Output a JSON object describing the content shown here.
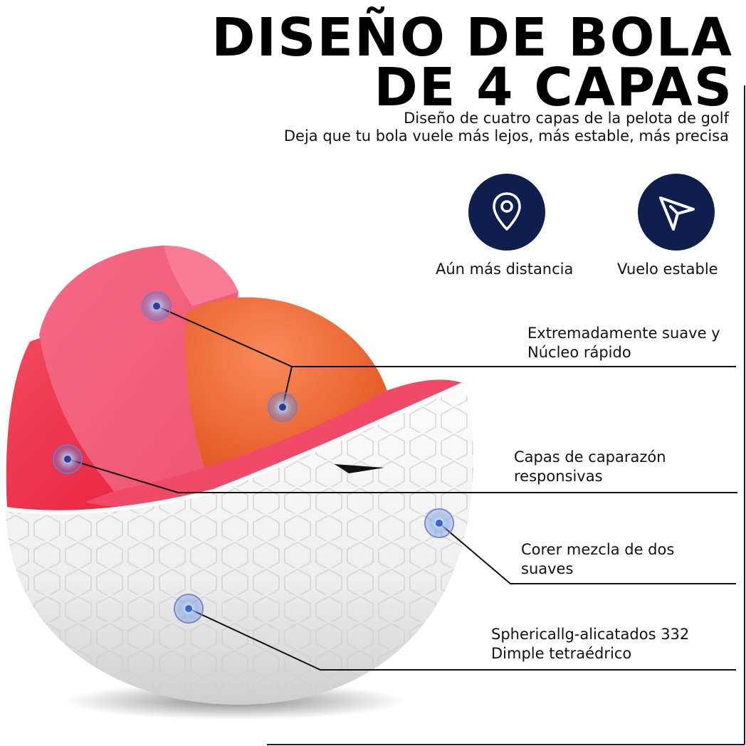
{
  "title": {
    "line1": "DISEÑO DE BOLA",
    "line2": "DE 4 CAPAS"
  },
  "subtitle": {
    "line1": "Diseño de cuatro capas de la pelota de golf",
    "line2": "Deja que tu bola vuele más lejos, más estable, más precisa"
  },
  "features": [
    {
      "icon": "location-pin-icon",
      "label": "Aún más distancia"
    },
    {
      "icon": "paper-plane-icon",
      "label": "Vuelo estable"
    }
  ],
  "callouts": [
    {
      "line1": "Extremadamente suave y",
      "line2": "Núcleo rápido"
    },
    {
      "line1": "Capas de caparazón",
      "line2": "responsivas"
    },
    {
      "line1": "Corer mezcla de dos",
      "line2": "suaves"
    },
    {
      "line1": "Sphericallg-alicatados 332",
      "line2": "Dimple tetraédrico"
    }
  ],
  "colors": {
    "navy": "#0f1f4d",
    "outer_layer": "#ee3a52",
    "mantle_layer": "#f0607a",
    "core": "#ee6a3a",
    "cover": "#f2f2f2"
  }
}
